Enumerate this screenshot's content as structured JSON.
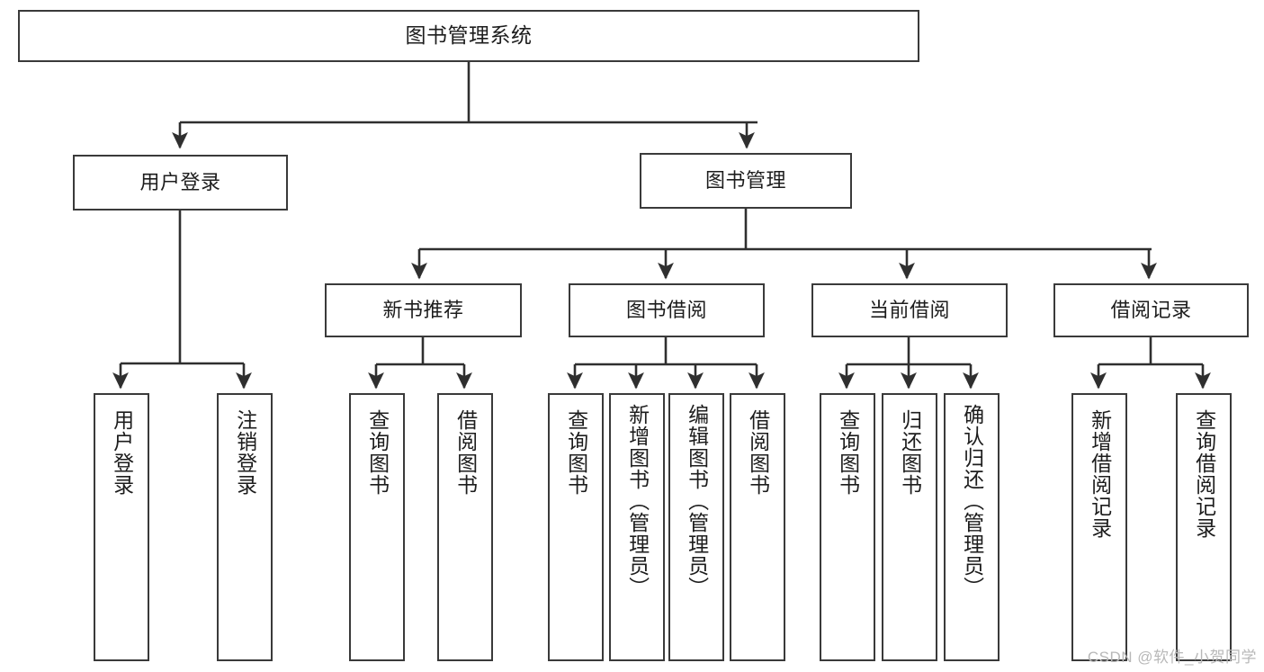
{
  "diagram": {
    "type": "tree-hierarchy-chart",
    "title_node": {
      "id": "root",
      "label": "图书管理系统"
    },
    "level1": [
      {
        "id": "user-login",
        "label": "用户登录"
      },
      {
        "id": "book-management",
        "label": "图书管理"
      }
    ],
    "level2": [
      {
        "id": "new-book-recommend",
        "label": "新书推荐",
        "parent": "book-management"
      },
      {
        "id": "book-borrow",
        "label": "图书借阅",
        "parent": "book-management"
      },
      {
        "id": "current-borrow",
        "label": "当前借阅",
        "parent": "book-management"
      },
      {
        "id": "borrow-record",
        "label": "借阅记录",
        "parent": "book-management"
      }
    ],
    "leaves": {
      "user-login": [
        {
          "id": "leaf-user-login",
          "label": "用户登录"
        },
        {
          "id": "leaf-logout",
          "label": "注销登录"
        }
      ],
      "new-book-recommend": [
        {
          "id": "leaf-query-book-1",
          "label": "查询图书"
        },
        {
          "id": "leaf-borrow-book-1",
          "label": "借阅图书"
        }
      ],
      "book-borrow": [
        {
          "id": "leaf-query-book-2",
          "label": "查询图书"
        },
        {
          "id": "leaf-add-book",
          "label": "新增图书（管理员）"
        },
        {
          "id": "leaf-edit-book",
          "label": "编辑图书（管理员）"
        },
        {
          "id": "leaf-borrow-book-2",
          "label": "借阅图书"
        }
      ],
      "current-borrow": [
        {
          "id": "leaf-query-book-3",
          "label": "查询图书"
        },
        {
          "id": "leaf-return-book",
          "label": "归还图书"
        },
        {
          "id": "leaf-confirm-return",
          "label": "确认归还（管理员）"
        }
      ],
      "borrow-record": [
        {
          "id": "leaf-add-record",
          "label": "新增借阅记录"
        },
        {
          "id": "leaf-query-record",
          "label": "查询借阅记录"
        }
      ]
    },
    "colors": {
      "box_border": "#3a3a3a",
      "box_fill": "#ffffff",
      "connector": "#2f2f2f",
      "text": "#1d1d1d",
      "watermark": "#b8b8b8"
    }
  },
  "watermark": {
    "text": "CSDN @软件_小贺同学"
  }
}
